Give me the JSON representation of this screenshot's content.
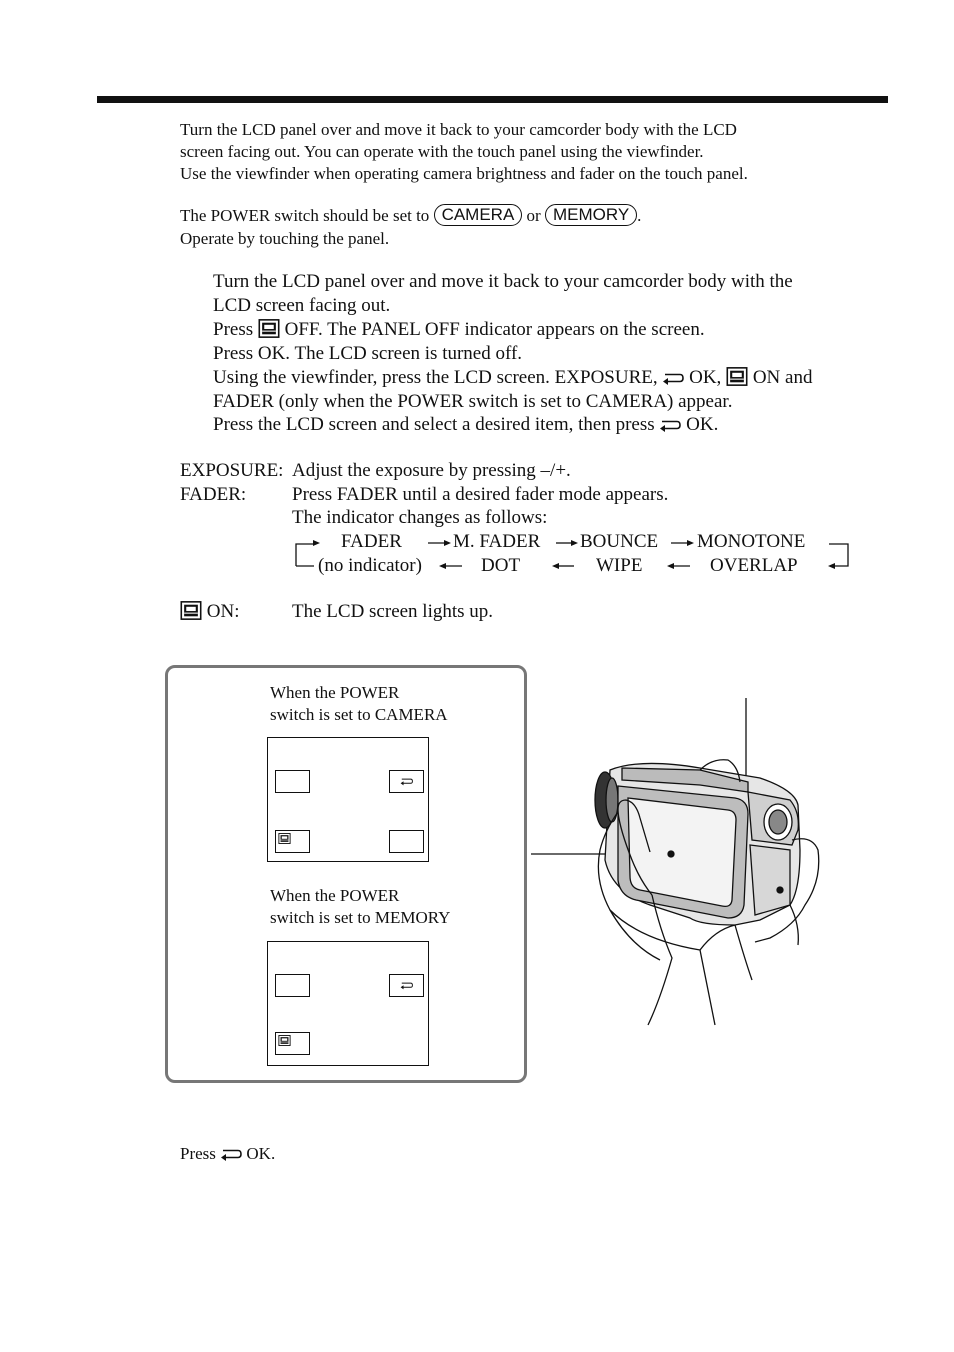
{
  "intro": {
    "line1": "Turn the LCD panel over and move it back to your camcorder body with the LCD",
    "line2": "screen facing out. You can operate with the touch panel using the viewfinder.",
    "line3": "Use the viewfinder when operating camera brightness and fader on the touch panel."
  },
  "power": {
    "prefix": "The POWER switch should be set to",
    "camera": "CAMERA",
    "or": "or",
    "memory": "MEMORY",
    "suffix": ".",
    "operate": "Operate by touching the panel."
  },
  "steps": {
    "s1a": "Turn the LCD panel over and move it back to your camcorder body with the",
    "s1b": "LCD screen facing out.",
    "s2_pre": "Press",
    "s2_post": "OFF. The PANEL OFF indicator appears on the screen.",
    "s3": "Press OK. The LCD screen is turned off.",
    "s4_pre": "Using the viewfinder, press the LCD screen. EXPOSURE,",
    "s4_mid": "OK,",
    "s4_post": "ON and",
    "s4b": "FADER (only when the POWER switch is set to CAMERA) appear.",
    "s5_pre": "Press the LCD screen and select a desired item, then press",
    "s5_post": "OK."
  },
  "desc": {
    "exposure_term": "EXPOSURE:",
    "exposure_text": "Adjust the exposure by pressing –/+.",
    "fader_term": "FADER:",
    "fader_text1": "Press FADER until a desired fader mode appears.",
    "fader_text2": "The indicator changes as follows:",
    "on_term": "ON:",
    "on_text": "The LCD screen lights up."
  },
  "fader_cycle": {
    "top": [
      "FADER",
      "M. FADER",
      "BOUNCE",
      "MONOTONE"
    ],
    "bottom": [
      "(no indicator)",
      "DOT",
      "WIPE",
      "OVERLAP"
    ]
  },
  "figure": {
    "camera_label1": "When the POWER",
    "camera_label2": "switch is set to CAMERA",
    "memory_label1": "When the POWER",
    "memory_label2": "switch is set to MEMORY"
  },
  "footer": {
    "press_pre": "Press",
    "press_post": "OK."
  },
  "colors": {
    "text": "#111111",
    "box_border": "#777777",
    "rule": "#111111"
  },
  "icons": [
    "lcd-backlight-icon",
    "return-arrow-icon",
    "arrow-right-icon",
    "arrow-left-icon"
  ]
}
